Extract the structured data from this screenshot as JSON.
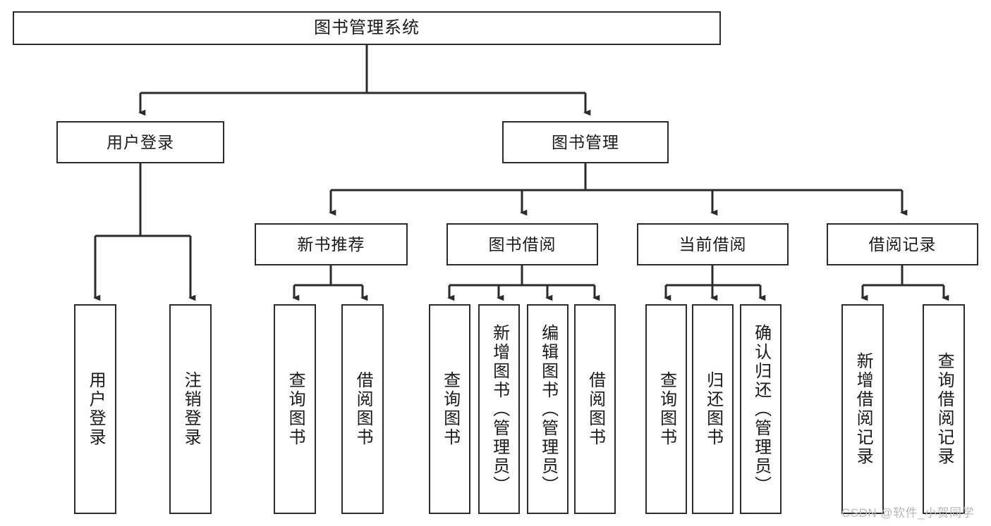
{
  "diagram": {
    "type": "tree-hierarchy-chart",
    "title": "图书管理系统",
    "watermark": "CSDN @软件_小贺同学",
    "colors": {
      "box_border": "#2b2b2b",
      "box_fill": "#ffffff",
      "connector": "#2b2b2b",
      "text": "#1a1a1a",
      "watermark": "#b9b9b9",
      "background": "#ffffff"
    },
    "nodes": {
      "root": {
        "label": "图书管理系统"
      },
      "level1": [
        {
          "id": "user-login",
          "label": "用户登录"
        },
        {
          "id": "book-manage",
          "label": "图书管理"
        }
      ],
      "level2": [
        {
          "id": "new-book-recommend",
          "label": "新书推荐"
        },
        {
          "id": "book-borrow",
          "label": "图书借阅"
        },
        {
          "id": "current-borrow",
          "label": "当前借阅"
        },
        {
          "id": "borrow-record",
          "label": "借阅记录"
        }
      ],
      "leaves": [
        {
          "id": "leaf-user-login",
          "parent": "user-login",
          "label": "用户登录"
        },
        {
          "id": "leaf-logout-login",
          "parent": "user-login",
          "label": "注销登录"
        },
        {
          "id": "leaf-query-book-1",
          "parent": "new-book-recommend",
          "label": "查询图书"
        },
        {
          "id": "leaf-borrow-book-1",
          "parent": "new-book-recommend",
          "label": "借阅图书"
        },
        {
          "id": "leaf-query-book-2",
          "parent": "book-borrow",
          "label": "查询图书"
        },
        {
          "id": "leaf-add-book",
          "parent": "book-borrow",
          "label": "新增图书（管理员）"
        },
        {
          "id": "leaf-edit-book",
          "parent": "book-borrow",
          "label": "编辑图书（管理员）"
        },
        {
          "id": "leaf-borrow-book-2",
          "parent": "book-borrow",
          "label": "借阅图书"
        },
        {
          "id": "leaf-query-book-3",
          "parent": "current-borrow",
          "label": "查询图书"
        },
        {
          "id": "leaf-return-book",
          "parent": "current-borrow",
          "label": "归还图书"
        },
        {
          "id": "leaf-confirm-return",
          "parent": "current-borrow",
          "label": "确认归还（管理员）"
        },
        {
          "id": "leaf-add-record",
          "parent": "borrow-record",
          "label": "新增借阅记录"
        },
        {
          "id": "leaf-query-record",
          "parent": "borrow-record",
          "label": "查询借阅记录"
        }
      ]
    }
  }
}
